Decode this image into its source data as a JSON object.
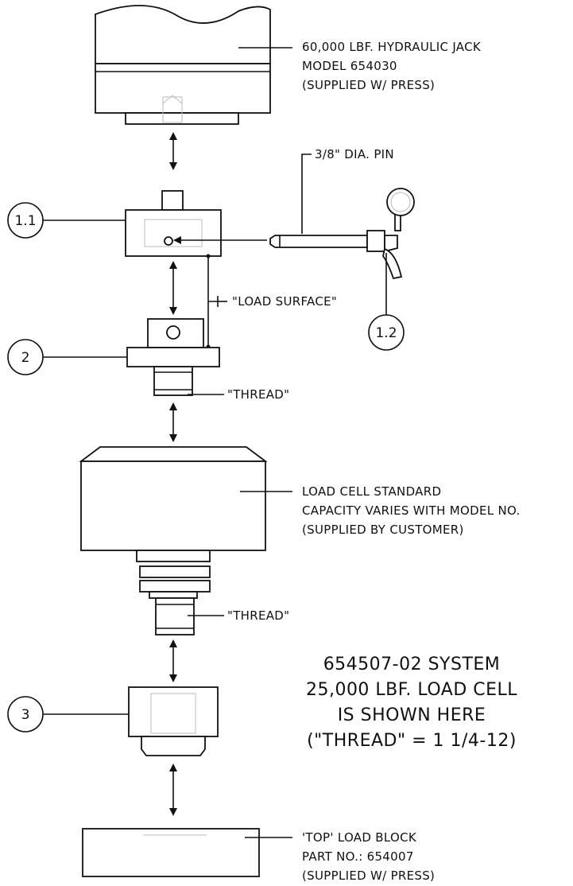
{
  "callouts": {
    "jack": [
      "60,000 LBF. HYDRAULIC JACK",
      "MODEL 654030",
      "(SUPPLIED W/ PRESS)"
    ],
    "pin": "3/8\" DIA. PIN",
    "load_surface": "\"LOAD SURFACE\"",
    "thread_upper": "\"THREAD\"",
    "load_cell": [
      "LOAD CELL STANDARD",
      "CAPACITY VARIES WITH MODEL NO.",
      "(SUPPLIED BY CUSTOMER)"
    ],
    "thread_lower": "\"THREAD\"",
    "top_block": [
      "'TOP' LOAD BLOCK",
      "PART NO.: 654007",
      "(SUPPLIED W/ PRESS)"
    ]
  },
  "balloons": {
    "b1_1": "1.1",
    "b1_2": "1.2",
    "b2": "2",
    "b3": "3"
  },
  "note": [
    "654507-02 SYSTEM",
    "25,000 LBF. LOAD CELL",
    "IS SHOWN HERE",
    "(\"THREAD\" = 1 1/4-12)"
  ]
}
